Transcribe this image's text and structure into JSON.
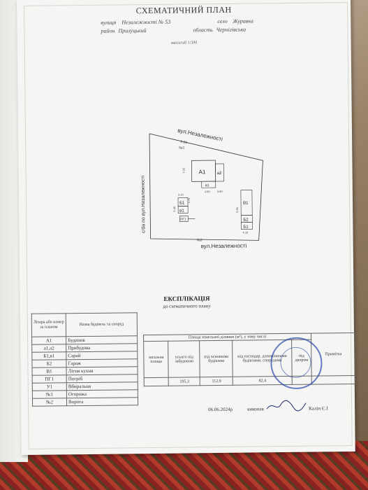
{
  "header": {
    "title": "СХЕМАТИЧНИЙ ПЛАН",
    "street_label": "вулиця",
    "street_value": "Незалежності № 53",
    "village_label": "село",
    "village_value": "Журавка",
    "district_label": "район",
    "district_value": "Прилуцький",
    "region_label": "область",
    "region_value": "Чернігівська",
    "scale": "масштаб 1:500"
  },
  "plan": {
    "street_top": "вул.Незалежності",
    "street_bottom": "вул.Незалежності",
    "street_left": "с/ба по вул.Незалежності",
    "top_dim": "9.20",
    "top_tag": "№1",
    "bottom_tag": "№2",
    "a1": "А1",
    "a2": "а2",
    "a1_small": "а1",
    "dim_a1_h": "7.20",
    "dim_a1_w": "4.60",
    "dim_a1_w2": "3.80",
    "b1_left": "Б1",
    "b1_left_a": "в1",
    "dim_b1": "3.10",
    "dim_b1_h": "5.40",
    "dim_b1_w": "2.70",
    "pg": "ПГ1",
    "b1_right": "В1",
    "b2_right": "Б2",
    "b3_right": "Б1",
    "dim_right_h": "5.50",
    "dim_right_w": "4.10"
  },
  "explication": {
    "title": "ЕКСПЛІКАЦІЯ",
    "subtitle": "до схематичного плану",
    "col_letter": "Літера або номер за планом",
    "col_name": "Назва будівель та споруд",
    "rows": [
      {
        "code": "А1",
        "name": "Будинок"
      },
      {
        "code": "а1,а2",
        "name": "Прибудова"
      },
      {
        "code": "Б1,в1",
        "name": "Сарай"
      },
      {
        "code": "Б2",
        "name": "Гараж"
      },
      {
        "code": "В1",
        "name": "Літня кухня"
      },
      {
        "code": "ПГ1",
        "name": "Погріб"
      },
      {
        "code": "У1",
        "name": "Вбиральня"
      },
      {
        "code": "№1",
        "name": "Огорожа"
      },
      {
        "code": "№2",
        "name": "Ворота"
      }
    ]
  },
  "area": {
    "header": "Площа земельної ділянки (м²), у тому числі",
    "note": "Примітка",
    "c1": "загальна площа",
    "c2": "усього під забудовою",
    "c3": "під основною будівлею",
    "c4": "під господар. допоміжними будівлями, спорудами",
    "c5": "під двором",
    "v1": "",
    "v2": "195,3",
    "v3": "112,9",
    "v4": "82,4",
    "v5": ""
  },
  "footer": {
    "date": "06.06.2024р",
    "role": "виконав",
    "name": "Калін Є.І"
  }
}
